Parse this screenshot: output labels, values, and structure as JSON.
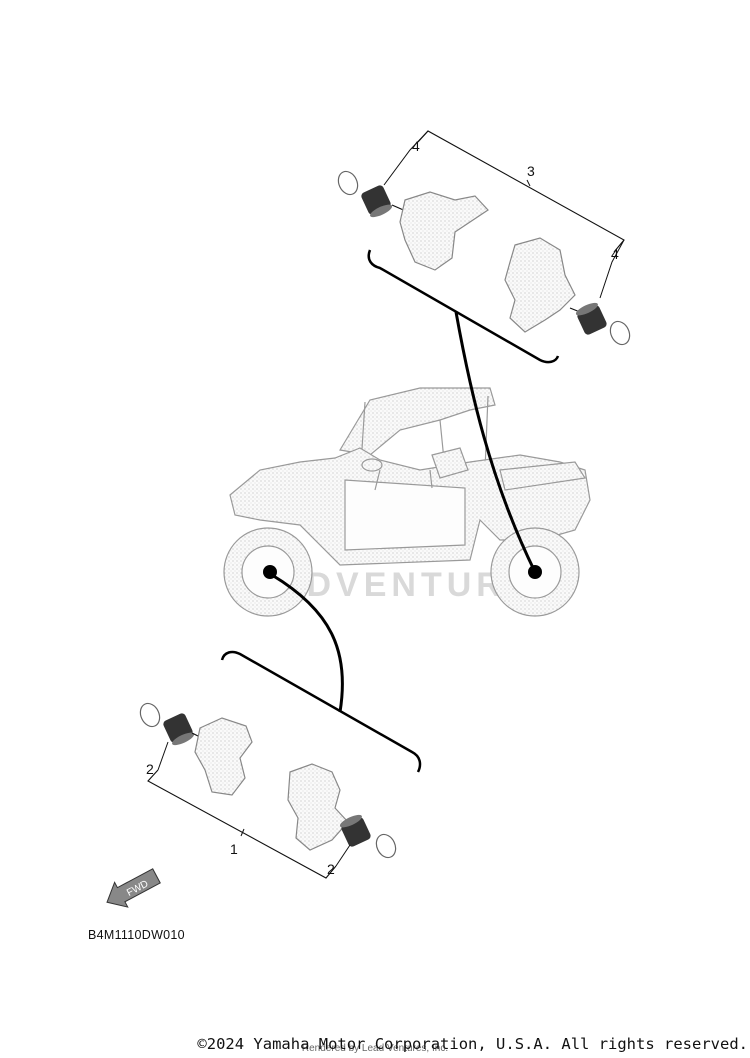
{
  "diagram": {
    "callouts": {
      "part_1": "1",
      "part_2_left": "2",
      "part_2_right": "2",
      "part_3": "3",
      "part_4_left": "4",
      "part_4_right": "4"
    },
    "fwd_label": "FWD",
    "drawing_code": "B4M1110DW010",
    "watermark": "DVENTURE"
  },
  "footer": {
    "copyright": "©2024 Yamaha Motor Corporation, U.S.A. All rights reserved.",
    "rendered_by": "Rendered by Lead Ventures, Inc."
  },
  "colors": {
    "line": "#111111",
    "part_fill": "#f2f2f2",
    "bushing": "#333333",
    "watermark": "#d9d9d9"
  }
}
